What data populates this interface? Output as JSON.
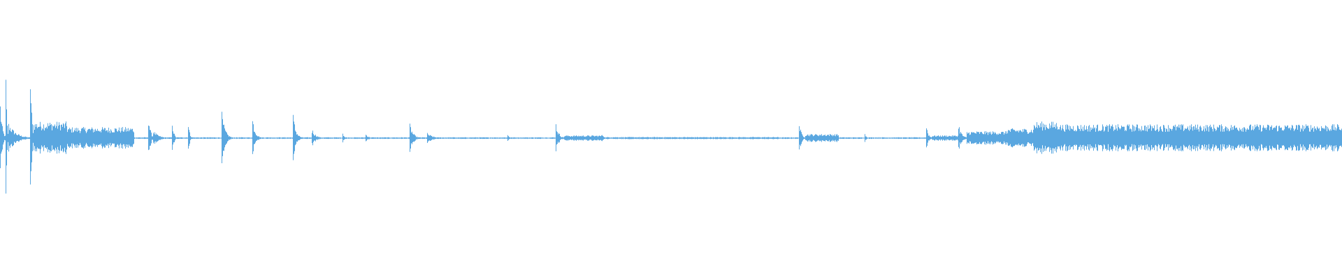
{
  "waveform": {
    "color": "#5aa7e0",
    "background": "#ffffff",
    "duration_fraction_segments": [
      {
        "start": 0.0,
        "end": 0.004,
        "amp": 0.14
      },
      {
        "start": 0.004,
        "end": 0.006,
        "amp": 0.32
      },
      {
        "start": 0.006,
        "end": 0.022,
        "amp": 0.06
      },
      {
        "start": 0.022,
        "end": 0.025,
        "amp": 0.42
      },
      {
        "start": 0.025,
        "end": 0.05,
        "amp": 0.06
      },
      {
        "start": 0.05,
        "end": 0.1,
        "amp": 0.04
      },
      {
        "start": 0.11,
        "end": 0.114,
        "amp": 0.13
      },
      {
        "start": 0.114,
        "end": 0.125,
        "amp": 0.03
      },
      {
        "start": 0.128,
        "end": 0.131,
        "amp": 0.09
      },
      {
        "start": 0.14,
        "end": 0.143,
        "amp": 0.07
      },
      {
        "start": 0.165,
        "end": 0.172,
        "amp": 0.1
      },
      {
        "start": 0.188,
        "end": 0.194,
        "amp": 0.08
      },
      {
        "start": 0.218,
        "end": 0.224,
        "amp": 0.1
      },
      {
        "start": 0.232,
        "end": 0.24,
        "amp": 0.04
      },
      {
        "start": 0.255,
        "end": 0.258,
        "amp": 0.03
      },
      {
        "start": 0.272,
        "end": 0.278,
        "amp": 0.02
      },
      {
        "start": 0.305,
        "end": 0.312,
        "amp": 0.06
      },
      {
        "start": 0.318,
        "end": 0.33,
        "amp": 0.02
      },
      {
        "start": 0.378,
        "end": 0.382,
        "amp": 0.015
      },
      {
        "start": 0.414,
        "end": 0.42,
        "amp": 0.06
      },
      {
        "start": 0.42,
        "end": 0.45,
        "amp": 0.01
      },
      {
        "start": 0.448,
        "end": 0.452,
        "amp": 0.025
      },
      {
        "start": 0.452,
        "end": 0.58,
        "amp": 0.004
      },
      {
        "start": 0.595,
        "end": 0.6,
        "amp": 0.07
      },
      {
        "start": 0.6,
        "end": 0.625,
        "amp": 0.015
      },
      {
        "start": 0.644,
        "end": 0.648,
        "amp": 0.02
      },
      {
        "start": 0.69,
        "end": 0.694,
        "amp": 0.06
      },
      {
        "start": 0.694,
        "end": 0.714,
        "amp": 0.01
      },
      {
        "start": 0.714,
        "end": 0.72,
        "amp": 0.06
      },
      {
        "start": 0.72,
        "end": 0.75,
        "amp": 0.025
      },
      {
        "start": 0.75,
        "end": 0.77,
        "amp": 0.035
      },
      {
        "start": 0.77,
        "end": 0.79,
        "amp": 0.06
      },
      {
        "start": 0.79,
        "end": 1.0,
        "amp": 0.05
      }
    ]
  }
}
